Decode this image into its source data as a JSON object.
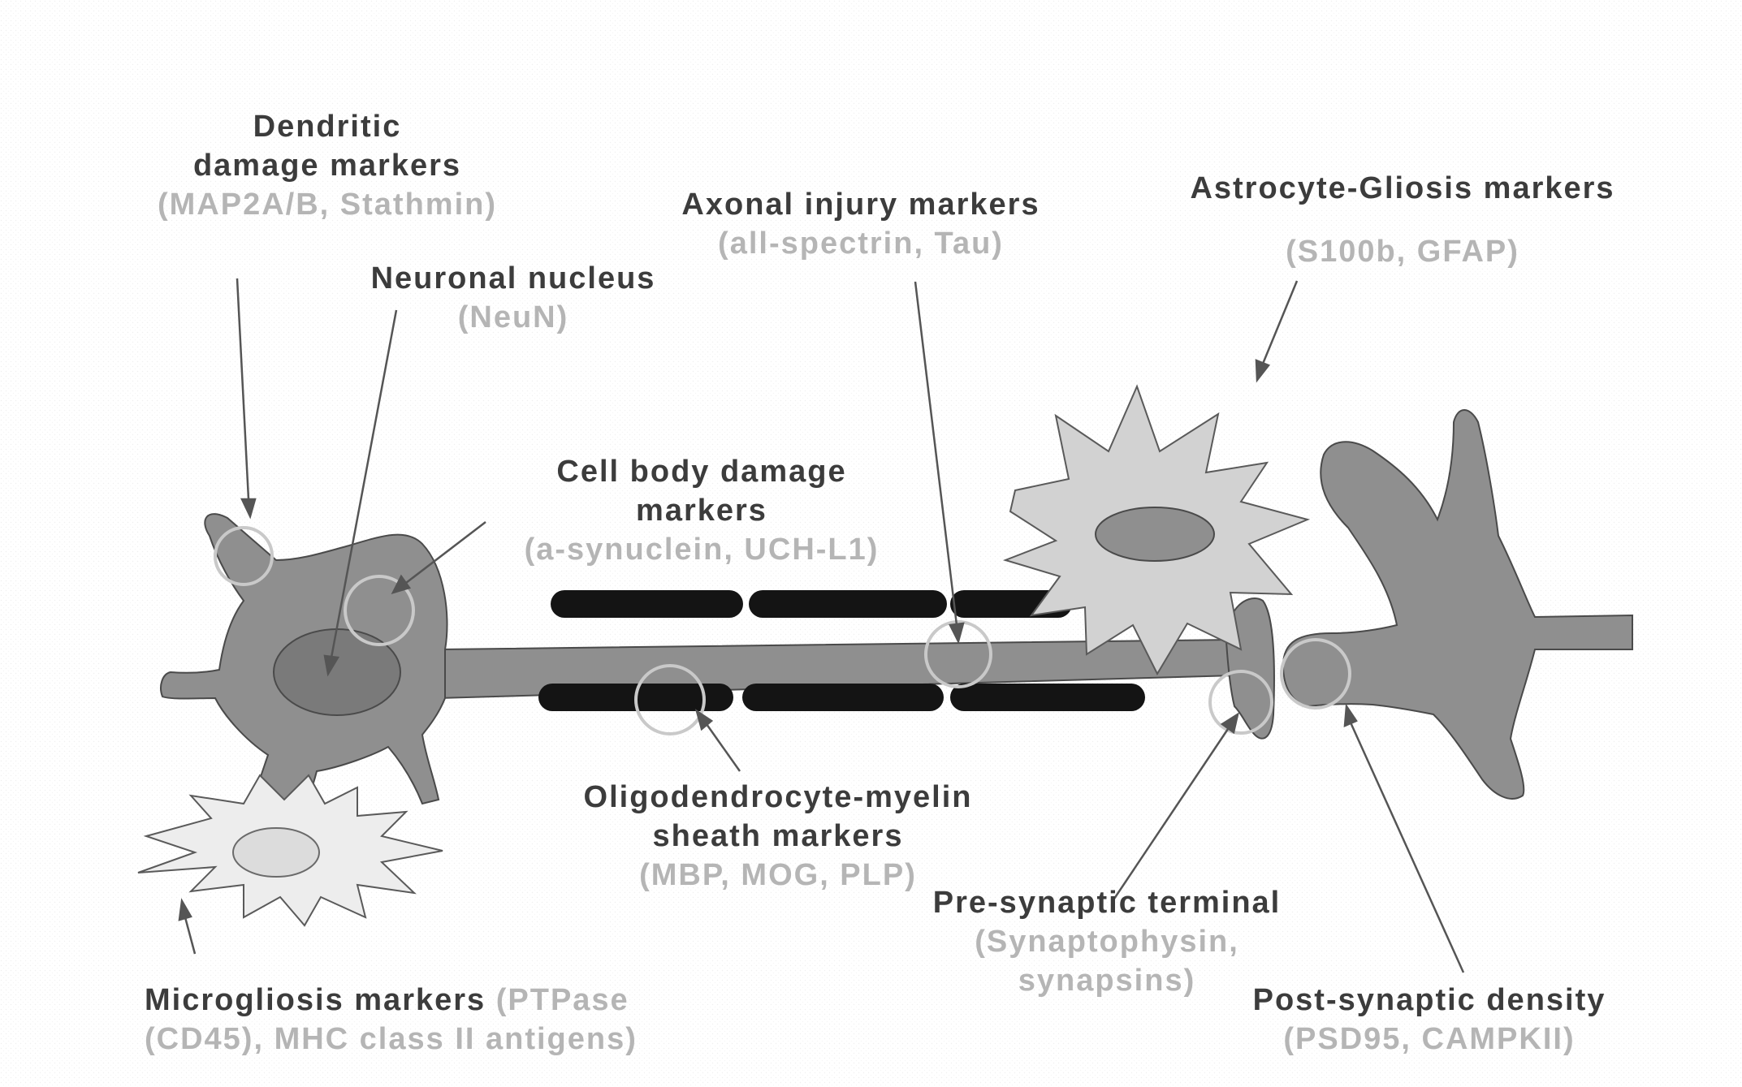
{
  "labels": {
    "dendritic": {
      "line1": "Dendritic",
      "line2": "damage markers",
      "markers": "(MAP2A/B, Stathmin)"
    },
    "nucleus": {
      "title": "Neuronal nucleus",
      "markers": "(NeuN)"
    },
    "axonal": {
      "title": "Axonal injury markers",
      "markers": "(all-spectrin, Tau)"
    },
    "astrocyte": {
      "title": "Astrocyte-Gliosis markers",
      "markers": "(S100b, GFAP)"
    },
    "cellbody": {
      "line1": "Cell body damage",
      "line2": "markers",
      "markers": "(a-synuclein, UCH-L1)"
    },
    "oligo": {
      "line1": "Oligodendrocyte-myelin",
      "line2": "sheath markers",
      "markers": "(MBP, MOG, PLP)"
    },
    "presynaptic": {
      "title": "Pre-synaptic terminal",
      "markers1": "(Synaptophysin,",
      "markers2": "synapsins)"
    },
    "postsynaptic": {
      "title": "Post-synaptic density",
      "markers": "(PSD95, CAMPKII)"
    },
    "microgliosis": {
      "title": "Microgliosis markers",
      "markers1": "(PTPase",
      "markers2": "(CD45), MHC class II antigens)"
    }
  },
  "colors": {
    "cell_fill": "#8f8f8f",
    "cell_stroke": "#4a4a4a",
    "myelin": "#141414",
    "astro_fill": "#d2d2d2",
    "micro_fill": "#ededed",
    "circle": "#c9c9c9",
    "text_dark": "#3c3c3c",
    "text_gray": "#b5b5b5"
  }
}
